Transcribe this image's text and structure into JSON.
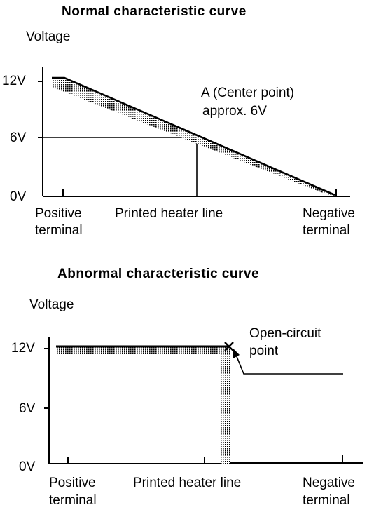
{
  "top": {
    "title": "Normal characteristic curve",
    "y_axis_label": "Voltage",
    "y_ticks": [
      "12V",
      "6V",
      "0V"
    ],
    "x_labels": {
      "positive": [
        "Positive",
        "terminal"
      ],
      "middle": "Printed heater line",
      "negative": [
        "Negative",
        "terminal"
      ]
    },
    "annotation": [
      "A (Center point)",
      "approx. 6V"
    ]
  },
  "bottom": {
    "title": "Abnormal characteristic curve",
    "y_axis_label": "Voltage",
    "y_ticks": [
      "12V",
      "6V",
      "0V"
    ],
    "x_labels": {
      "positive": [
        "Positive",
        "terminal"
      ],
      "middle": "Printed heater line",
      "negative": [
        "Negative",
        "terminal"
      ]
    },
    "annotation": [
      "Open-circuit",
      "point"
    ],
    "marker": "x"
  },
  "chart_data": [
    {
      "type": "line",
      "title": "Normal characteristic curve",
      "ylabel": "Voltage",
      "y_tick_labels": [
        "12V",
        "6V",
        "0V"
      ],
      "x_tick_labels": [
        "Positive terminal",
        "Printed heater line",
        "Negative terminal"
      ],
      "x": [
        0,
        1
      ],
      "values": [
        12,
        0
      ],
      "marked_point": {
        "x": 0.5,
        "y": 6
      }
    },
    {
      "type": "line",
      "title": "Abnormal characteristic curve",
      "ylabel": "Voltage",
      "y_tick_labels": [
        "12V",
        "6V",
        "0V"
      ],
      "x_tick_labels": [
        "Positive terminal",
        "Printed heater line",
        "Negative terminal"
      ],
      "x": [
        0,
        0.6,
        0.6,
        1
      ],
      "values": [
        12,
        12,
        0,
        0
      ]
    }
  ]
}
